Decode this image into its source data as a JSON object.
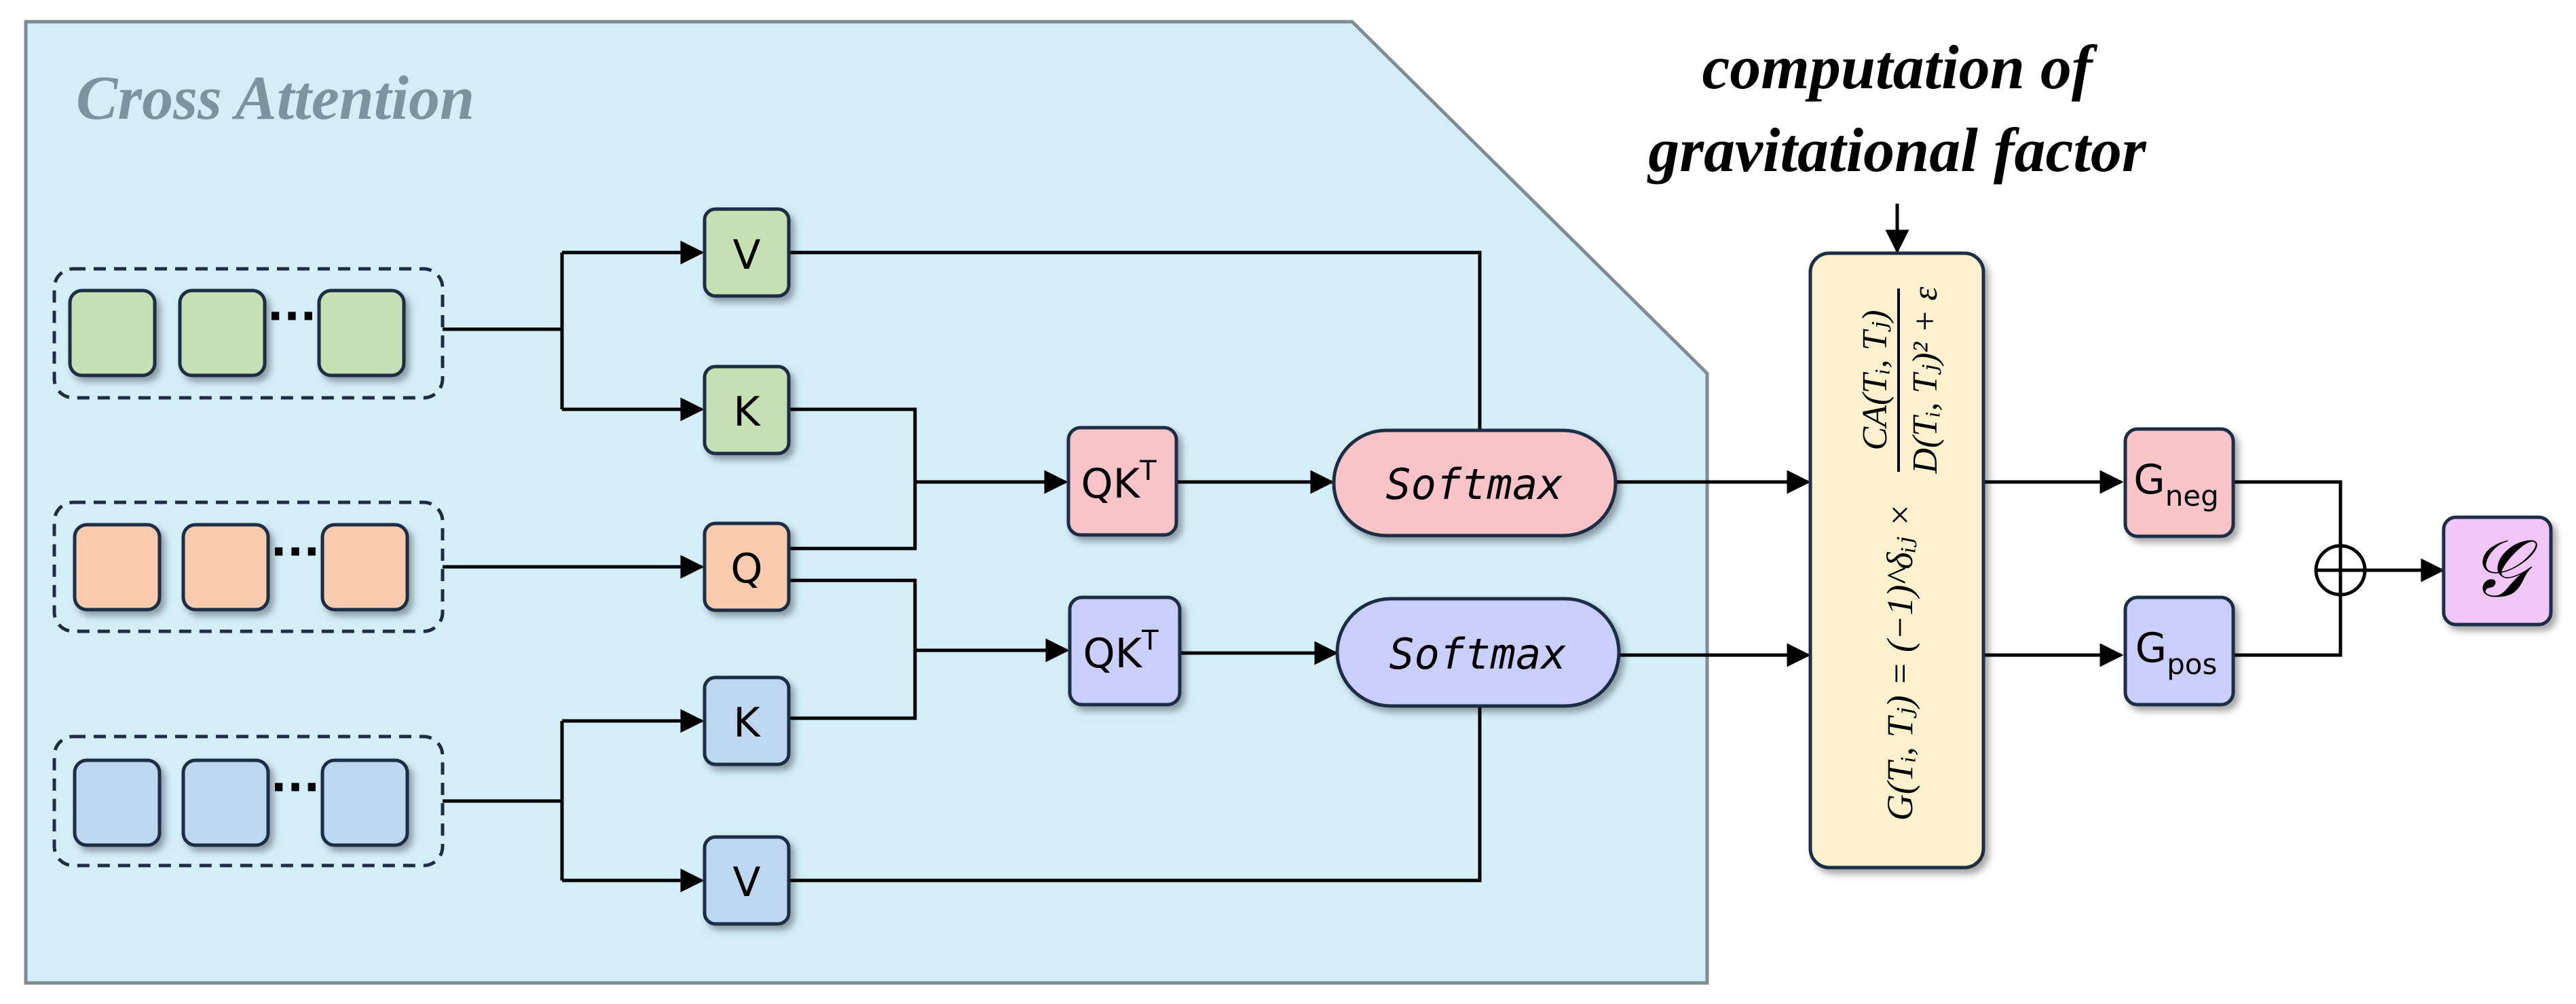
{
  "panel": {
    "title": "Cross Attention"
  },
  "formula_caption": {
    "line1": "computation of",
    "line2": "gravitational factor"
  },
  "nodes": {
    "v_top": "V",
    "k_top": "K",
    "q": "Q",
    "k_bottom": "K",
    "v_bottom": "V",
    "qk_top": {
      "base": "QK",
      "sup": "T"
    },
    "qk_bottom": {
      "base": "QK",
      "sup": "T"
    },
    "softmax_top": "Softmax",
    "softmax_bottom": "Softmax",
    "g_neg": {
      "base": "G",
      "sub": "neg"
    },
    "g_pos": {
      "base": "G",
      "sub": "pos"
    },
    "output": "𝒢"
  },
  "token_groups": {
    "ellipsis": "···"
  },
  "formula": {
    "lhs": "G(Tᵢ, Tⱼ) = (−1)^δᵢⱼ ×",
    "numerator": "CA(Tᵢ, Tⱼ)",
    "denominator": "D(Tᵢ, Tⱼ)² + ε"
  },
  "colors": {
    "panel_fill": "#d4eef8",
    "panel_border": "#7f8c94",
    "green": "#c6e0b4",
    "orange": "#f8cbad",
    "blue": "#bdd7ee",
    "pink": "#f9c4c8",
    "lavender": "#c9cffa",
    "formula_fill": "#fdf0cc",
    "output_fill": "#f0c6f7",
    "title_color": "#7c94a0"
  }
}
